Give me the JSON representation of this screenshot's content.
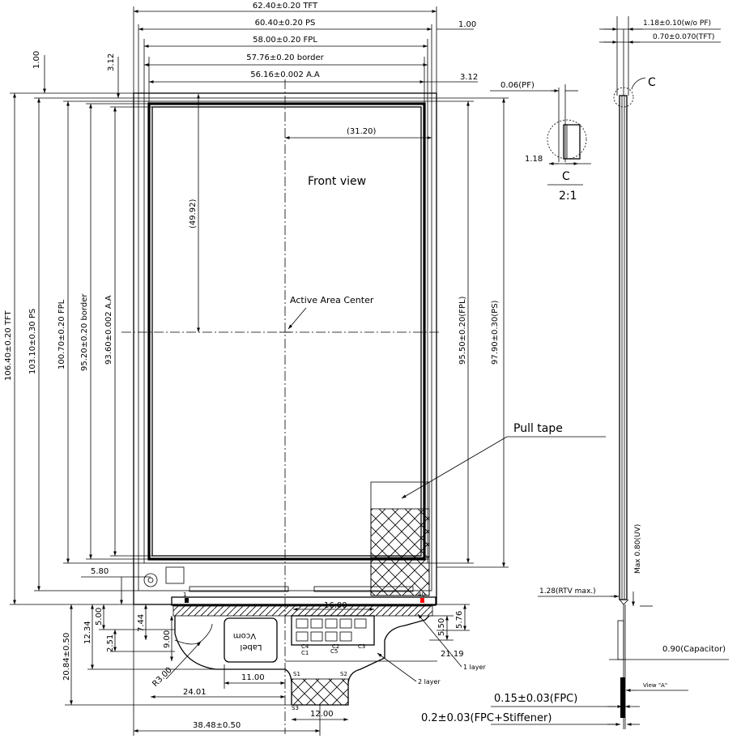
{
  "top_dims": {
    "tft": "62.40±0.20 TFT",
    "ps": "60.40±0.20 PS",
    "fpl": "58.00±0.20 FPL",
    "border": "57.76±0.20 border",
    "aa": "56.16±0.002 A.A",
    "off_tft_ps": "1.00",
    "off_left": "3.12",
    "off_right": "3.12",
    "left_tiny": "1.00"
  },
  "left_dims": {
    "tft": "106.40±0.20 TFT",
    "ps": "103.10±0.30 PS",
    "fpl": "100.70±0.20 FPL",
    "border": "95.20±0.20 border",
    "aa": "93.60±0.002 A.A",
    "bottom_5_80": "5.80",
    "fpc_20_84": "20.84±0.50",
    "d_12_34": "12.34",
    "d_5_00": "5.00",
    "d_2_51": "2.51",
    "d_7_44": "7.44",
    "d_9_00": "9.00"
  },
  "right_dims": {
    "fpl": "95.50±0.20(FPL)",
    "ps": "97.90±0.30(PS)"
  },
  "inner_dims": {
    "half_w": "(31.20)",
    "half_h": "(49.92)"
  },
  "labels": {
    "front_view": "Front view",
    "aa_center": "Active Area Center",
    "pull_tape": "Pull tape",
    "vcom_line1": "Vcom",
    "vcom_line2": "Label",
    "layer1": "1 layer",
    "layer2": "2 layer"
  },
  "bottom_dims": {
    "r3": "R3.00",
    "d_11_00": "11.00",
    "d_24_01": "24.01",
    "d_38_48": "38.48±0.50",
    "d_12_00": "12.00",
    "d_16_00": "16.00",
    "d_21_19": "21.19",
    "d_5_50": "5.50",
    "d_5_76": "5.76",
    "c4": "C4",
    "c2": "C2",
    "c3": "C3",
    "c1": "C1",
    "c5": "C5",
    "pin1": "1",
    "pin40": "40",
    "s1": "S1",
    "s2": "S2",
    "s3": "S3"
  },
  "detail": {
    "pf": "0.06(PF)",
    "d_1_18": "1.18",
    "letter": "C",
    "scale": "2:1"
  },
  "side_view": {
    "wo_pf": "1.18±0.10(w/o PF)",
    "tft": "0.70±0.070(TFT)",
    "letter": "C",
    "max_uv": "Max 0.80(UV)",
    "rtv": "1.28(RTV max.)",
    "capacitor": "0.90(Capacitor)",
    "view_a": "View \"A\"",
    "fpc": "0.15±0.03(FPC)",
    "fpc_stiff": "0.2±0.03(FPC+Stiffener)"
  }
}
